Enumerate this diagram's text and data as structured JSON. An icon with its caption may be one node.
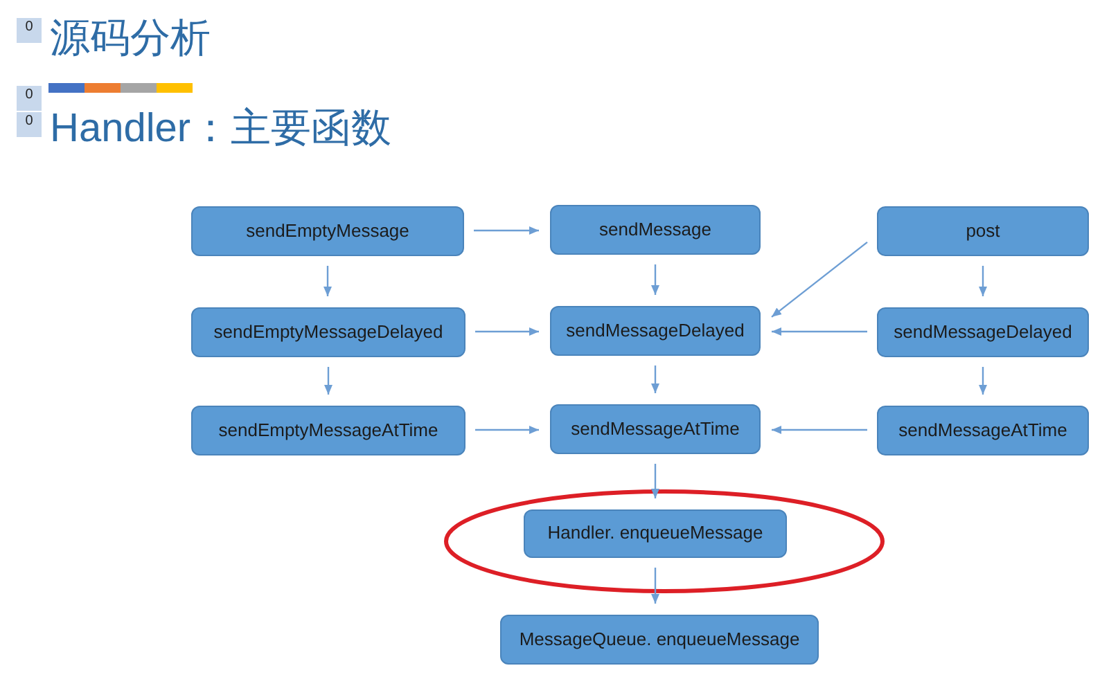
{
  "diagram": {
    "title": "源码分析",
    "nodes": [
      {
        "text": [
          "sendEmptyMessage"
        ]
      },
      {
        "text": [
          "sendMessage"
        ]
      },
      {
        "text": [
          "post"
        ]
      },
      {
        "text": [
          "sendEmptyMessageDelayed"
        ]
      },
      {
        "text": [
          "sendMessageDelayed"
        ]
      },
      {
        "text": [
          "sendMessageDelayed"
        ]
      },
      {
        "text": [
          "sendEmptyMessageAtTime"
        ]
      },
      {
        "text": [
          "sendMessageAtTime"
        ]
      },
      {
        "text": [
          "sendMessageAtTime"
        ]
      },
      {
        "text": [
          "Handler. enqueueMessage"
        ]
      },
      {
        "text": [
          "MessageQueue. enqueueMessage"
        ]
      }
    ],
    "edges": [
      {
        "from": 0,
        "to": 1,
        "arrow": "to"
      },
      {
        "from": 2,
        "to": 4,
        "arrow": "to"
      },
      {
        "from": 0,
        "to": 3,
        "arrow": "to"
      },
      {
        "from": 1,
        "to": 4,
        "arrow": "to"
      },
      {
        "from": 2,
        "to": 5,
        "arrow": "to"
      },
      {
        "from": 3,
        "to": 4,
        "arrow": "to"
      },
      {
        "from": 5,
        "to": 4,
        "arrow": "to"
      },
      {
        "from": 3,
        "to": 6,
        "arrow": "to"
      },
      {
        "from": 4,
        "to": 7,
        "arrow": "to"
      },
      {
        "from": 5,
        "to": 8,
        "arrow": "to"
      },
      {
        "from": 6,
        "to": 7,
        "arrow": "to"
      },
      {
        "from": 8,
        "to": 7,
        "arrow": "to"
      },
      {
        "from": 7,
        "to": 9,
        "arrow": "to"
      },
      {
        "from": 9,
        "to": 10,
        "arrow": "to"
      }
    ],
    "labels": [
      "0",
      "0",
      "0",
      "Handler：主要函数"
    ]
  }
}
